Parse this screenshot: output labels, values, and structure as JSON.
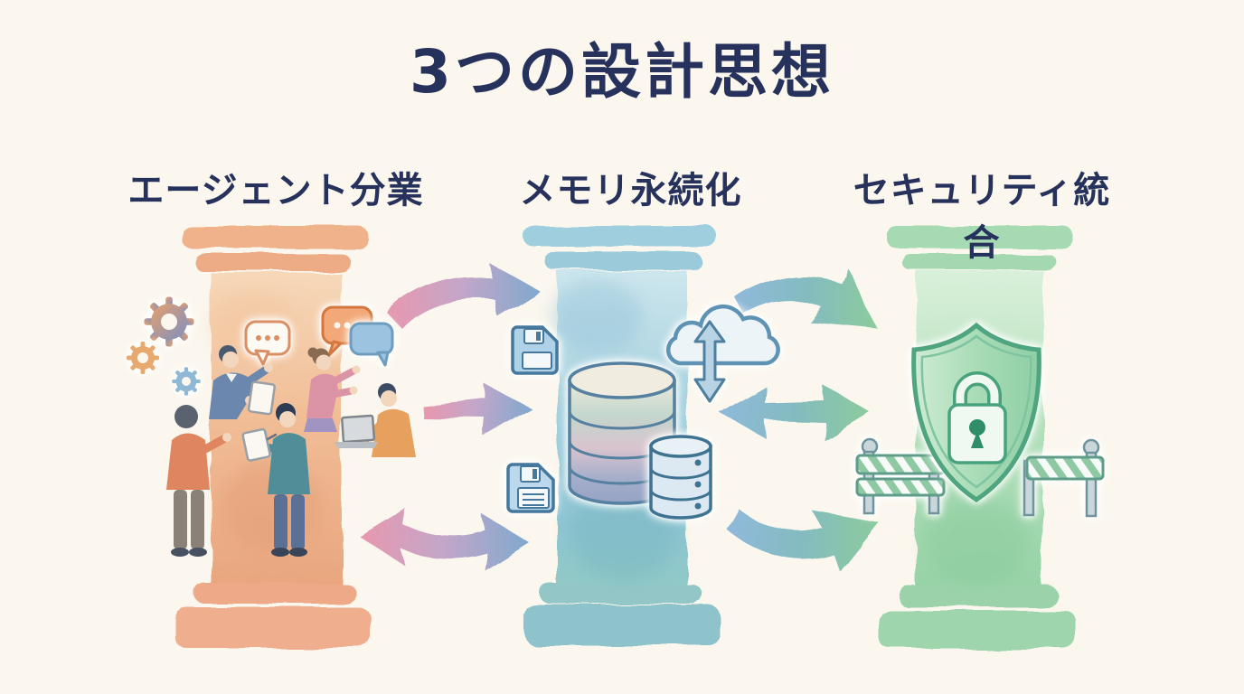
{
  "title": "3つの設計思想",
  "pillars": [
    {
      "label": "エージェント分業",
      "theme": "orange",
      "icons": [
        "gear-icon",
        "gear-icon",
        "gear-icon",
        "speech-bubble-icon",
        "speech-bubble-icon",
        "speech-bubble-icon",
        "person-figure",
        "person-figure",
        "person-figure",
        "person-figure",
        "person-figure",
        "clipboard-icon",
        "laptop-icon",
        "tablet-icon"
      ]
    },
    {
      "label": "メモリ永続化",
      "theme": "blue",
      "icons": [
        "floppy-disk-icon",
        "cloud-sync-icon",
        "database-stack-icon",
        "server-stack-icon",
        "floppy-disk-icon"
      ]
    },
    {
      "label": "セキュリティ統合",
      "theme": "green",
      "icons": [
        "shield-lock-icon",
        "barrier-icon",
        "barrier-icon"
      ]
    }
  ],
  "arrows": [
    {
      "from": "エージェント分業",
      "to": "メモリ永続化",
      "position": "top",
      "direction": "right",
      "style": "curved"
    },
    {
      "from": "エージェント分業",
      "to": "メモリ永続化",
      "position": "middle",
      "direction": "right",
      "style": "straight"
    },
    {
      "from": "エージェント分業",
      "to": "メモリ永続化",
      "position": "bottom",
      "direction": "both",
      "style": "curved"
    },
    {
      "from": "メモリ永続化",
      "to": "セキュリティ統合",
      "position": "top",
      "direction": "right",
      "style": "curved"
    },
    {
      "from": "メモリ永続化",
      "to": "セキュリティ統合",
      "position": "middle",
      "direction": "both",
      "style": "straight"
    },
    {
      "from": "メモリ永続化",
      "to": "セキュリティ統合",
      "position": "bottom",
      "direction": "right",
      "style": "curved"
    }
  ],
  "colors": {
    "background": "#FBF7EE",
    "ink": "#26325B",
    "pillar_orange": "#EFB28B",
    "pillar_blue": "#A8D2DF",
    "pillar_green": "#AEDCB8",
    "arrow_pink": "#E898AE",
    "arrow_blue": "#7FA9CE",
    "arrow_green": "#8CCB9D"
  }
}
